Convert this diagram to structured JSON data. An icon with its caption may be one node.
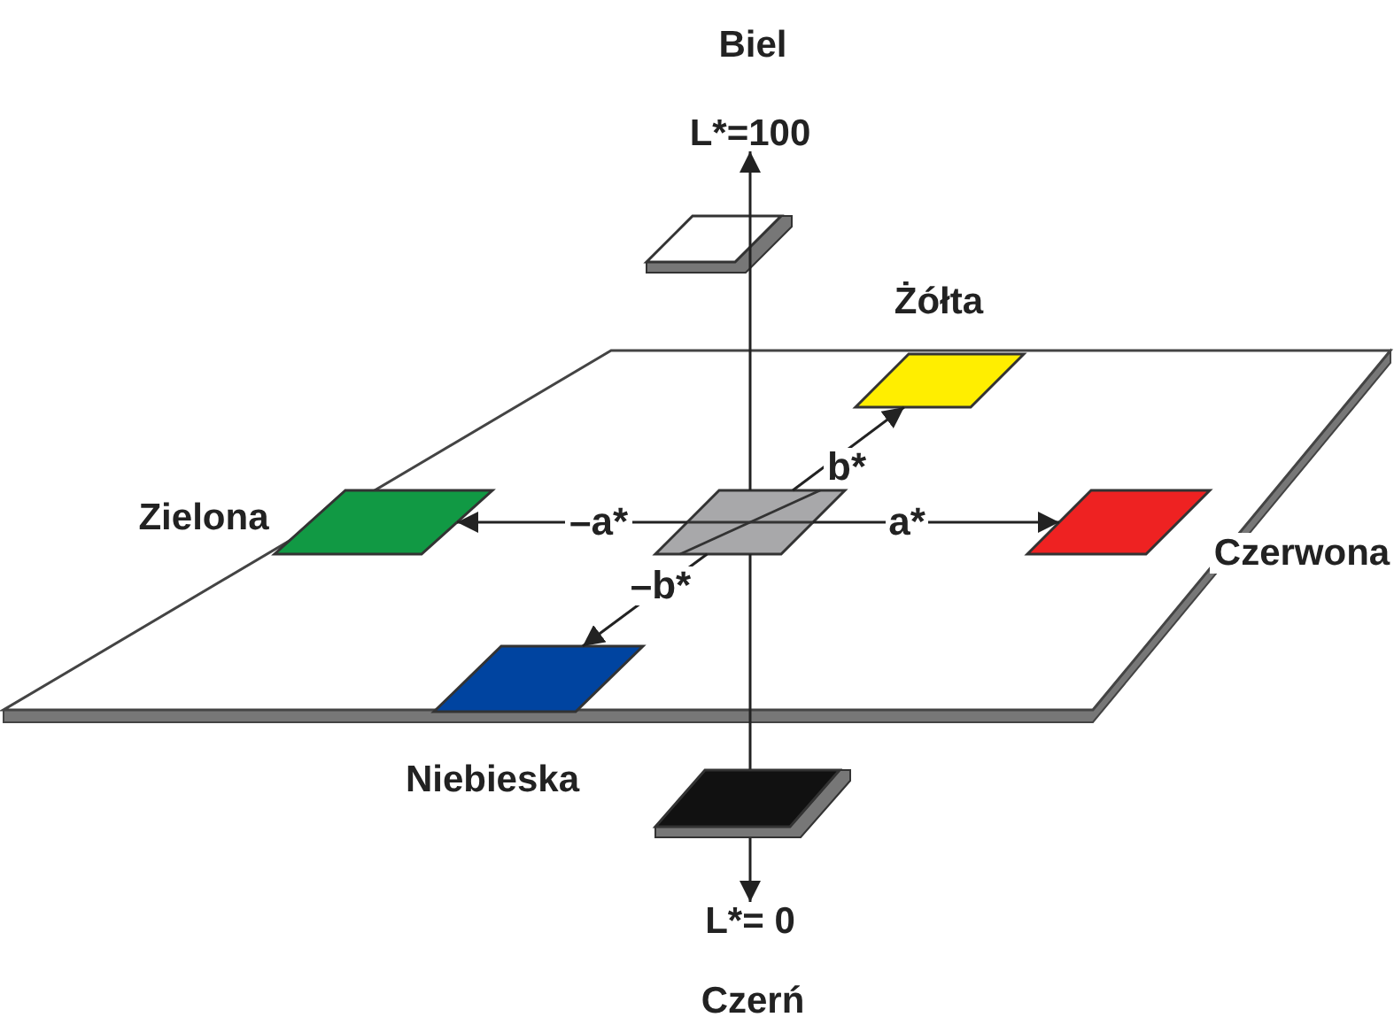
{
  "diagram": {
    "nodes": [
      {
        "text": [
          "L*=100"
        ]
      },
      {
        "text": [],
        "shape": "box"
      },
      {
        "text": [],
        "shape": "box"
      },
      {
        "text": [],
        "shape": "box",
        "in": 2,
        "beside": [
          "Żółta"
        ]
      },
      {
        "text": [],
        "shape": "box",
        "in": 2,
        "beside": [
          "Zielona"
        ]
      },
      {
        "text": [],
        "shape": "box",
        "in": 2
      },
      {
        "text": [],
        "shape": "box",
        "in": 2,
        "beside": [
          "Czerwona"
        ]
      },
      {
        "text": [],
        "shape": "box",
        "in": 2,
        "beside": [
          "Niebieska"
        ]
      },
      {
        "text": [],
        "shape": "box"
      },
      {
        "text": [
          "L*= 0"
        ]
      }
    ],
    "edges": [
      {
        "from": 5,
        "to": 0,
        "arrow": "to"
      },
      {
        "from": 5,
        "to": 3,
        "arrow": "to",
        "label": "b*"
      },
      {
        "from": 5,
        "to": 4,
        "arrow": "to",
        "label": "–a*"
      },
      {
        "from": 5,
        "to": 6,
        "arrow": "to",
        "label": "a*"
      },
      {
        "from": 5,
        "to": 7,
        "arrow": "to",
        "label": "–b*"
      },
      {
        "from": 5,
        "to": 9,
        "arrow": "to"
      }
    ],
    "labels": [
      "Biel",
      "Czerń"
    ]
  }
}
